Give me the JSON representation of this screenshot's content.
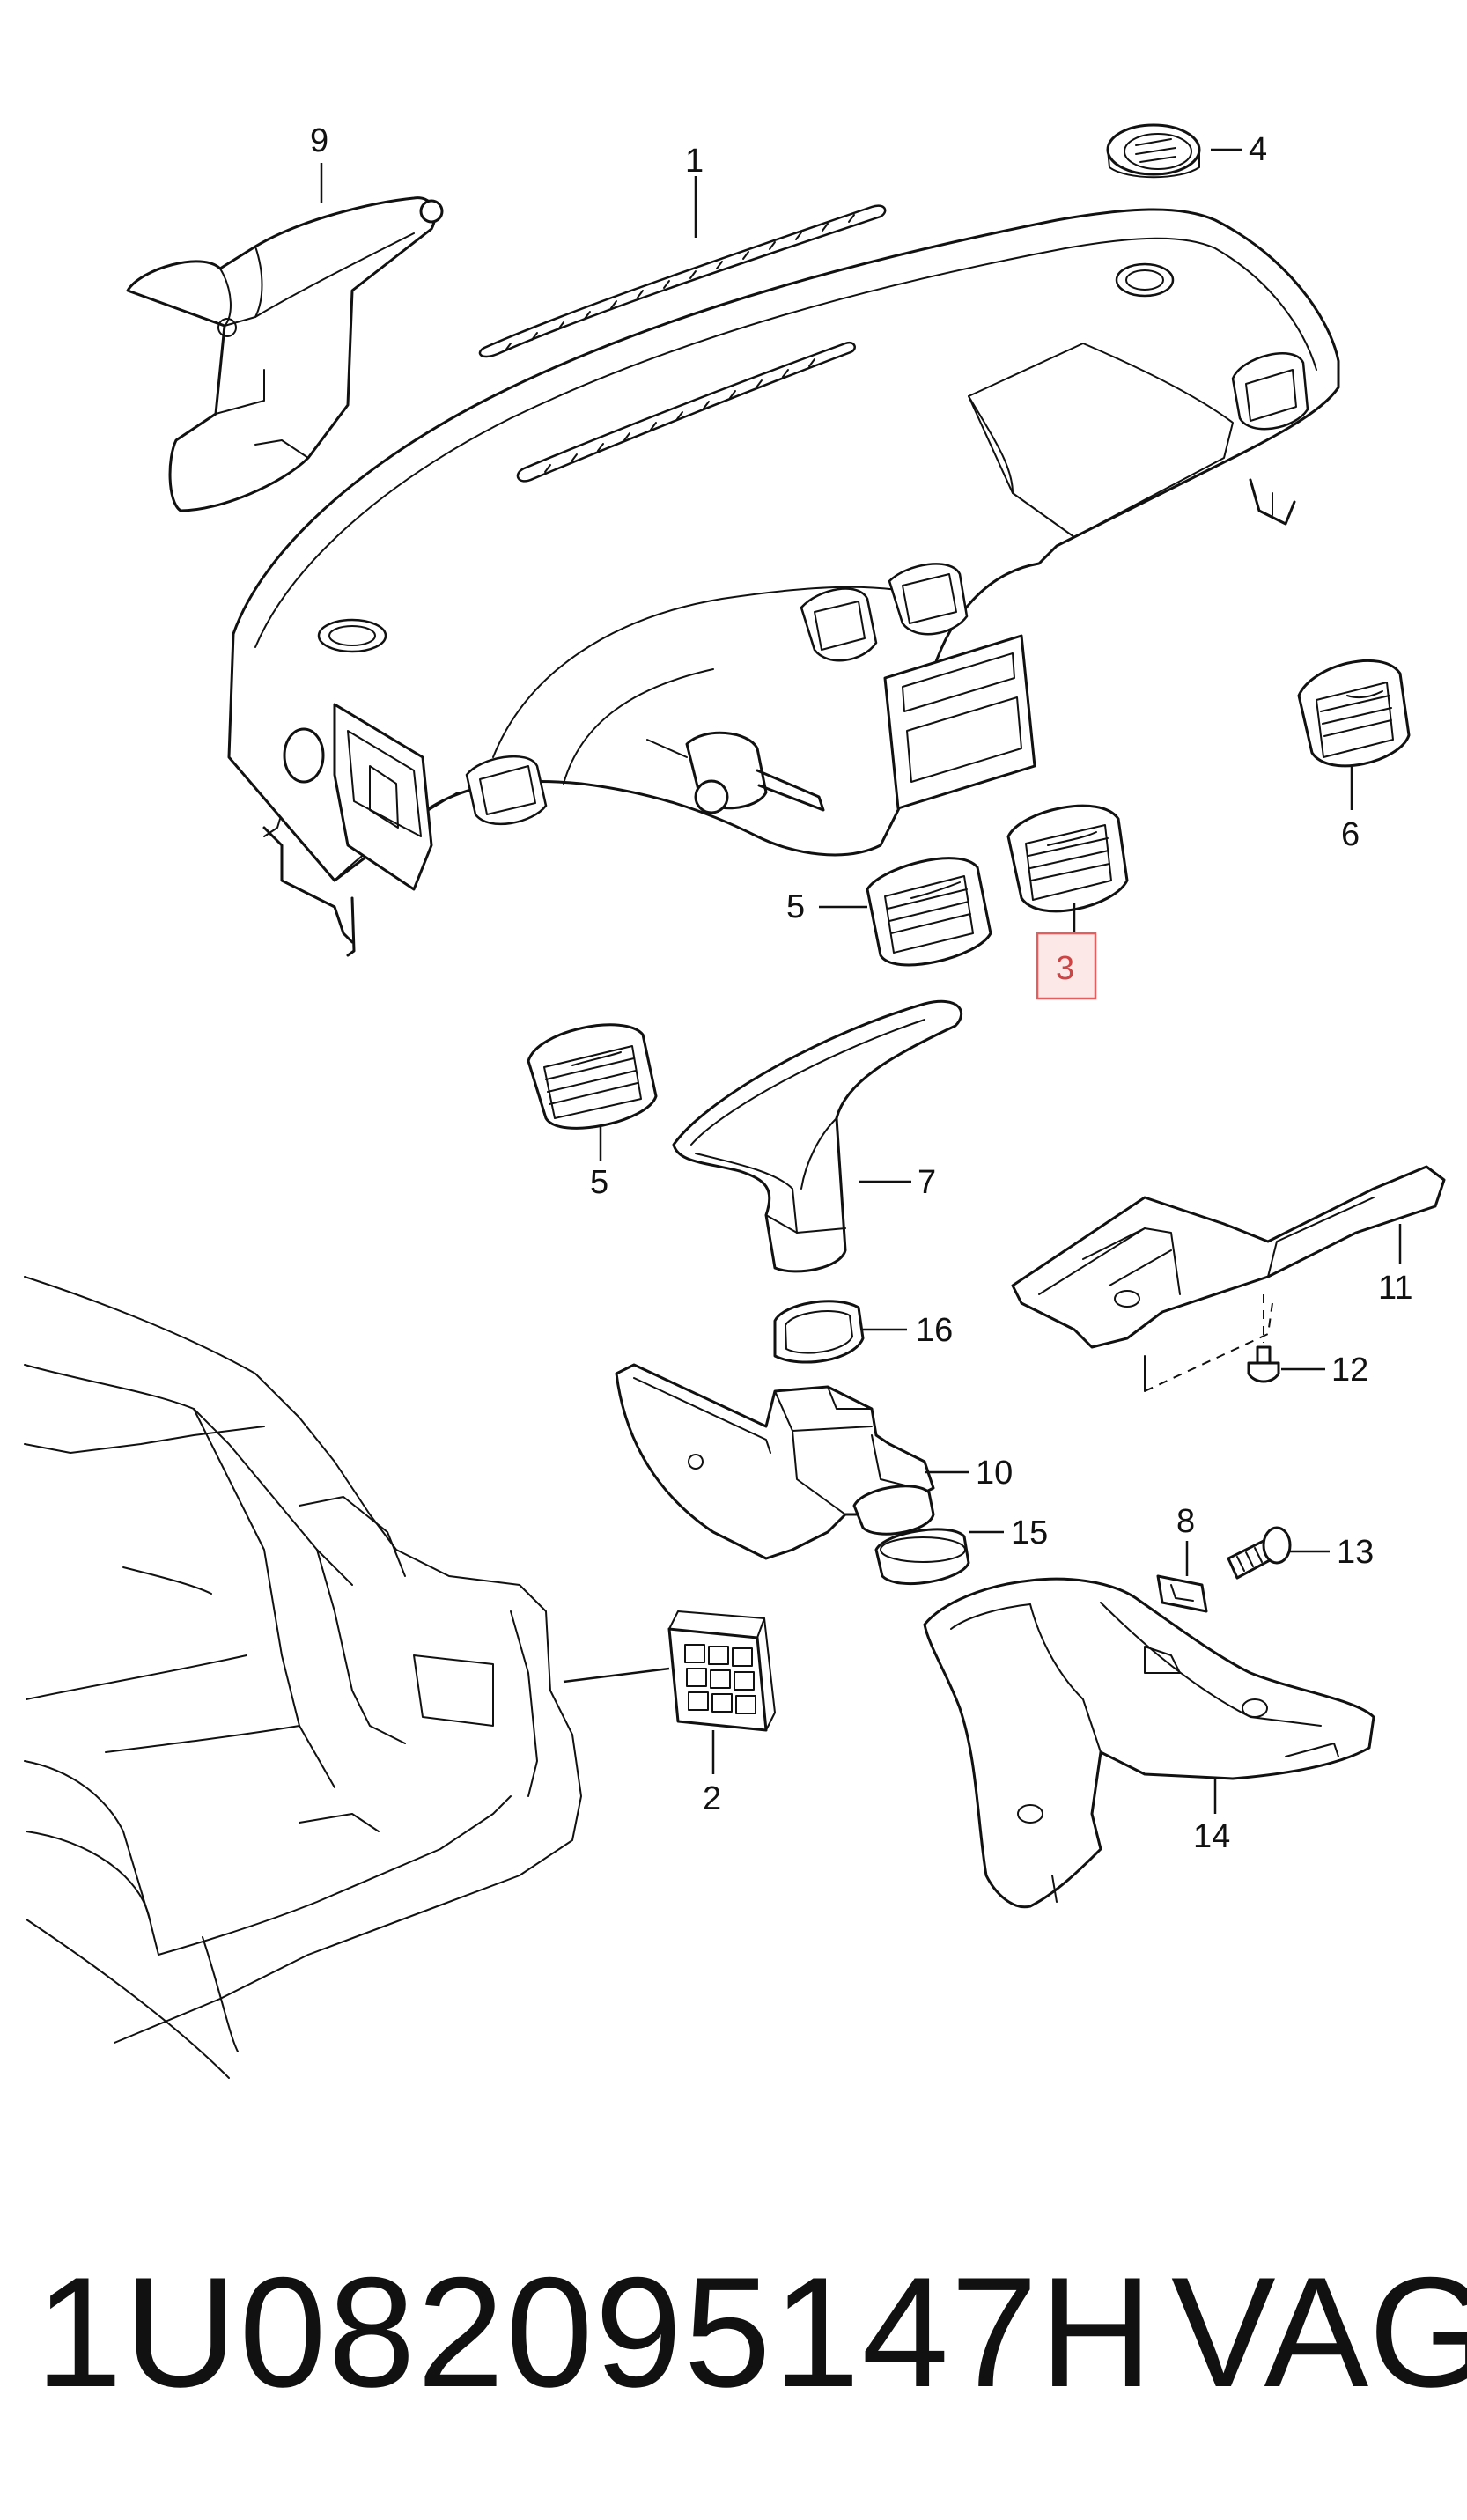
{
  "diagram": {
    "callouts": [
      {
        "id": "c1",
        "label": "1"
      },
      {
        "id": "c2",
        "label": "2"
      },
      {
        "id": "c3",
        "label": "3",
        "highlighted": true
      },
      {
        "id": "c4",
        "label": "4"
      },
      {
        "id": "c5a",
        "label": "5"
      },
      {
        "id": "c5b",
        "label": "5"
      },
      {
        "id": "c6",
        "label": "6"
      },
      {
        "id": "c7",
        "label": "7"
      },
      {
        "id": "c8",
        "label": "8"
      },
      {
        "id": "c9",
        "label": "9"
      },
      {
        "id": "c10",
        "label": "10"
      },
      {
        "id": "c11",
        "label": "11"
      },
      {
        "id": "c12",
        "label": "12"
      },
      {
        "id": "c13",
        "label": "13"
      },
      {
        "id": "c14",
        "label": "14"
      },
      {
        "id": "c15",
        "label": "15"
      },
      {
        "id": "c16",
        "label": "16"
      }
    ],
    "highlight_color": "#e06060"
  },
  "footer": {
    "part_number": "1U082095147H",
    "brand": "VAG"
  }
}
